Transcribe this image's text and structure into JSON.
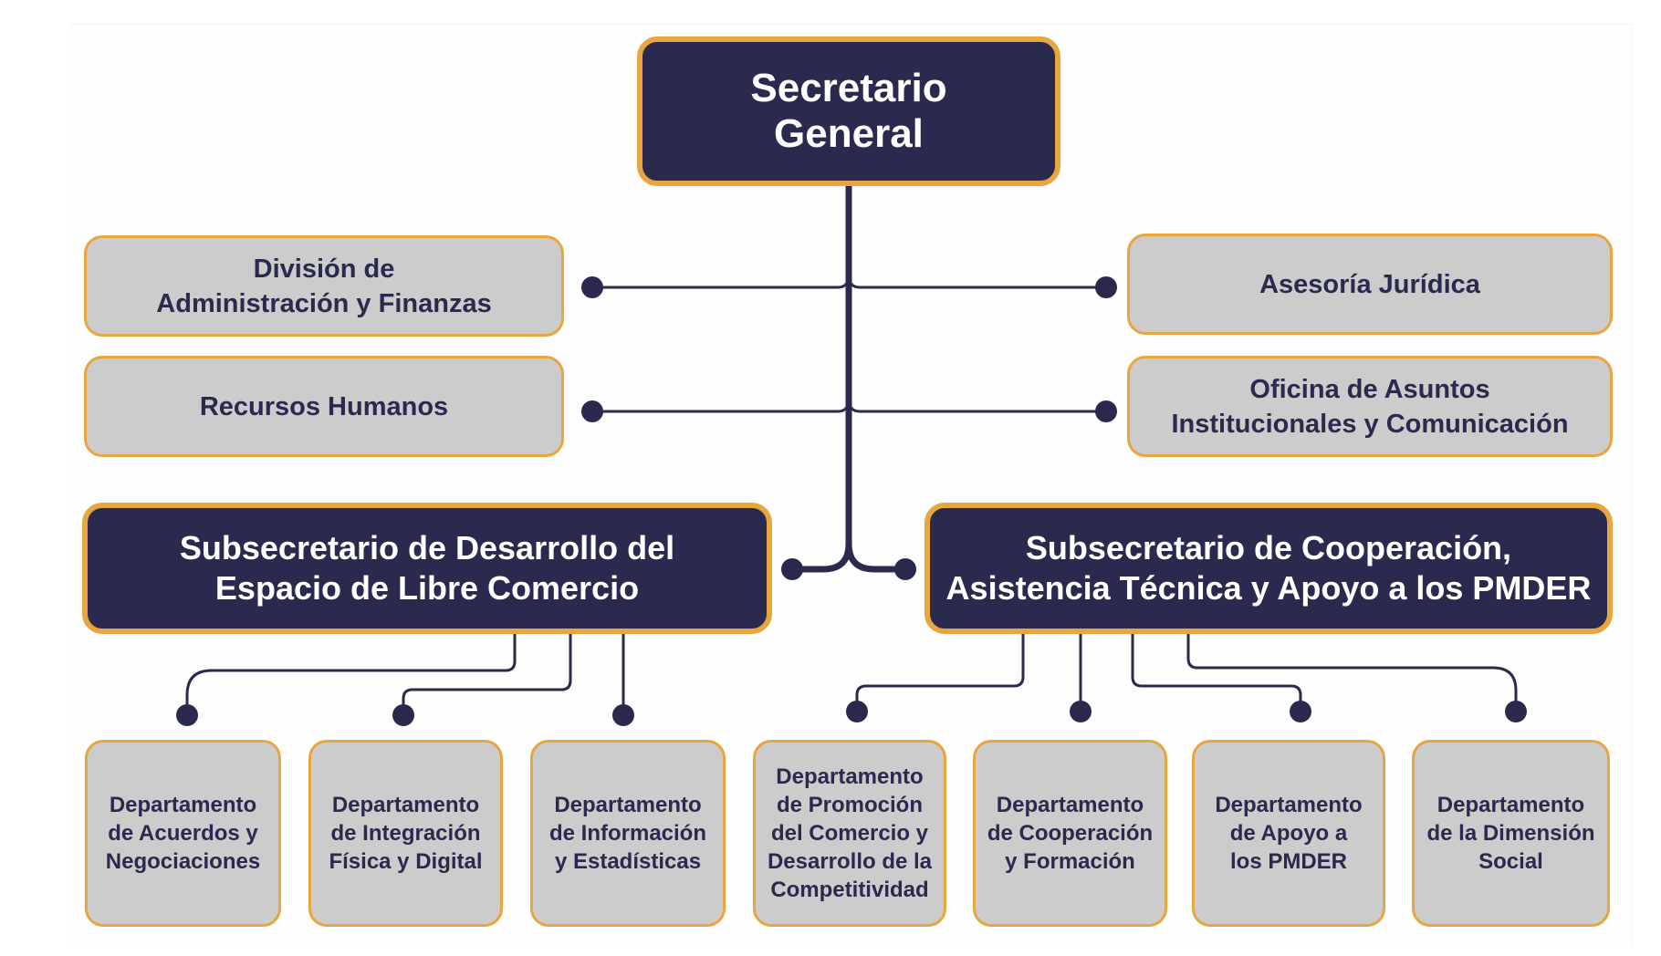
{
  "chart": {
    "title_node": {
      "label": "Secretario\nGeneral"
    },
    "staff_left": [
      {
        "label": "División de\nAdministración y Finanzas"
      },
      {
        "label": "Recursos Humanos"
      }
    ],
    "staff_right": [
      {
        "label": "Asesoría Jurídica"
      },
      {
        "label": "Oficina de Asuntos\nInstitucionales y Comunicación"
      }
    ],
    "subsecretaries": [
      {
        "label": "Subsecretario de Desarrollo del\nEspacio de Libre Comercio"
      },
      {
        "label": "Subsecretario de Cooperación,\nAsistencia Técnica y Apoyo a los PMDER"
      }
    ],
    "departments": [
      {
        "label": "Departamento\nde Acuerdos y\nNegociaciones",
        "reports_to": 0
      },
      {
        "label": "Departamento\nde Integración\nFísica y Digital",
        "reports_to": 0
      },
      {
        "label": "Departamento\nde Información\ny Estadísticas",
        "reports_to": 0
      },
      {
        "label": "Departamento\nde Promoción\ndel Comercio y\nDesarrollo de la\nCompetitividad",
        "reports_to": 1
      },
      {
        "label": "Departamento\nde Cooperación\ny Formación",
        "reports_to": 1
      },
      {
        "label": "Departamento\nde Apoyo a\nlos PMDER",
        "reports_to": 1
      },
      {
        "label": "Departamento\nde la Dimensión\nSocial",
        "reports_to": 1
      }
    ]
  },
  "colors": {
    "navy": "#2a2a4e",
    "orange_border": "#e8a640",
    "gray_fill": "#cccccc",
    "white_text": "#ffffff"
  }
}
